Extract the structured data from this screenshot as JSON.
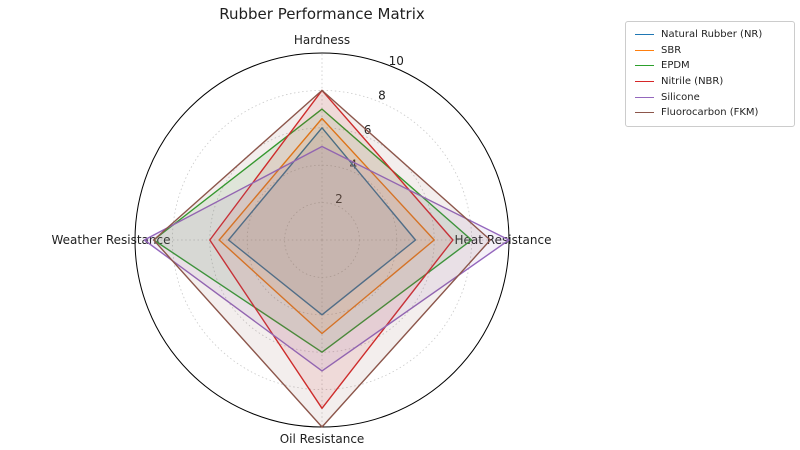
{
  "chart_data": {
    "type": "radar",
    "title": "Rubber Performance Matrix",
    "categories": [
      "Hardness",
      "Heat Resistance",
      "Oil Resistance",
      "Weather Resistance"
    ],
    "rmin": 0,
    "rmax": 10,
    "radial_ticks": [
      2,
      4,
      6,
      8,
      10
    ],
    "grid": "dashed",
    "fill_alpha": 0.1,
    "legend_position": "upper right",
    "axis_color": "#000000",
    "grid_color": "#c9c9c9",
    "text_color": "#1f1f1f",
    "series": [
      {
        "name": "Natural Rubber (NR)",
        "color": "#1f77b4",
        "values": [
          6,
          5,
          4,
          5
        ]
      },
      {
        "name": "SBR",
        "color": "#ff7f0e",
        "values": [
          6.5,
          6,
          5,
          5.5
        ]
      },
      {
        "name": "EPDM",
        "color": "#2ca02c",
        "values": [
          7,
          8,
          6,
          9
        ]
      },
      {
        "name": "Nitrile (NBR)",
        "color": "#d62728",
        "values": [
          8,
          7,
          9,
          6
        ]
      },
      {
        "name": "Silicone",
        "color": "#9467bd",
        "values": [
          5,
          10,
          7,
          9.5
        ]
      },
      {
        "name": "Fluorocarbon (FKM)",
        "color": "#8c564b",
        "values": [
          8,
          9,
          10,
          9
        ]
      }
    ]
  }
}
